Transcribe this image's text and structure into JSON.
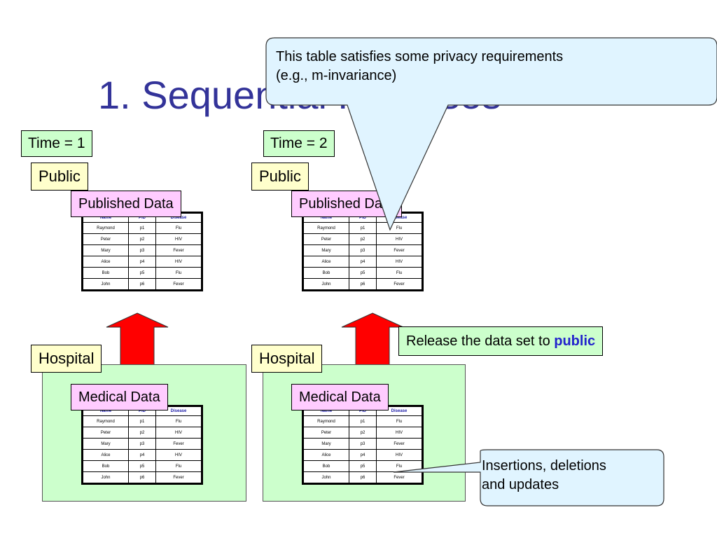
{
  "title": "1. Sequential Releases",
  "left": {
    "time_label": "Time = 1",
    "public_label": "Public",
    "published_label": "Published Data",
    "hospital_label": "Hospital",
    "medical_label": "Medical Data"
  },
  "right": {
    "time_label": "Time = 2",
    "public_label": "Public",
    "published_label": "Published Data",
    "hospital_label": "Hospital",
    "medical_label": "Medical Data"
  },
  "table": {
    "headers": [
      "Name",
      "PID",
      "Disease"
    ],
    "rows": [
      [
        "Raymond",
        "p1",
        "Flu"
      ],
      [
        "Peter",
        "p2",
        "HIV"
      ],
      [
        "Mary",
        "p3",
        "Fever"
      ],
      [
        "Alice",
        "p4",
        "HIV"
      ],
      [
        "Bob",
        "p5",
        "Flu"
      ],
      [
        "John",
        "p6",
        "Fever"
      ]
    ]
  },
  "release": {
    "text": "Release the data set to ",
    "bold": "public"
  },
  "callout_top": {
    "line1": "This table satisfies some privacy requirements",
    "line2": "(e.g., m-invariance)"
  },
  "callout_bottom": {
    "line1": "Insertions, deletions",
    "line2": "and updates"
  },
  "colors": {
    "title": "#333399",
    "green": "#ccffcc",
    "yellow": "#ffffcc",
    "pink": "#ffccff",
    "callout": "#e0f4ff",
    "arrow": "#ff0000"
  }
}
